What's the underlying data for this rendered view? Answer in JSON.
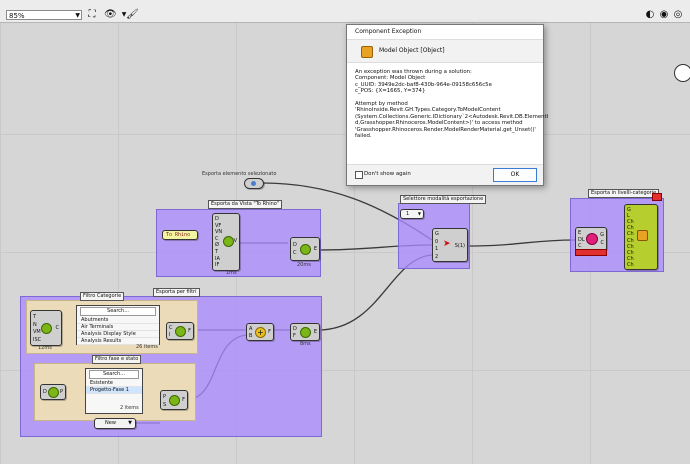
{
  "toolbar": {
    "zoom": "85%"
  },
  "groups": {
    "g1": "Esporta da Vista \"To Rhino\"",
    "g2": "Filtro Categorie",
    "g3": "Esporta per filtri",
    "g4": "Filtro fase e stato",
    "g5": "Selettore modalità esportazione",
    "g6": "Esporta in livelli-categorie"
  },
  "labels": {
    "selected": "Esporta elemento selezionato",
    "to_rhino": "To Rhino",
    "d1": "20ms",
    "d2": "1ms",
    "d3": "12ms",
    "d4": "8ms",
    "d5": "26 items",
    "d6": "2 items",
    "new": "New",
    "sel_value": "1",
    "sel_out": "S(1)"
  },
  "list1": {
    "search": "Search...",
    "items": [
      "Abutments",
      "Air Terminals",
      "Analysis Display Style",
      "Analysis Results"
    ]
  },
  "list2": {
    "search": "Search...",
    "items": [
      "Esistente",
      "Progetto-Fase 1"
    ]
  },
  "ports": {
    "view_in": [
      "D",
      "VF",
      "VN",
      "C",
      "Ø",
      "T",
      "IA",
      "IF"
    ],
    "view_out": "V",
    "pass1_in": [
      "D",
      "C"
    ],
    "pass1_out": "E",
    "cat_in": [
      "T",
      "N",
      "VM",
      "ISC"
    ],
    "cat_out": "C",
    "filt_in": [
      "C",
      "I"
    ],
    "filt_out": "F",
    "union_in": [
      "A",
      "B"
    ],
    "union_out": "F",
    "coll_in": [
      "D",
      "F"
    ],
    "coll_out": "E",
    "phase_in": "D",
    "phase_out": "P",
    "phfilt_in": [
      "P",
      "S"
    ],
    "phfilt_out": "F",
    "sel_in": [
      "G",
      "0",
      "1",
      "2"
    ],
    "exp_in": [
      "E",
      "DL",
      "C"
    ],
    "exp_out": [
      "G",
      "C"
    ],
    "out_list": [
      "G",
      "L",
      "Ch",
      "Ch",
      "Ch",
      "Ch",
      "Ch",
      "Ch",
      "Ch",
      "Ch"
    ]
  },
  "dialog": {
    "title": "Component Exception",
    "header": "Model Object [Object]",
    "message": "An exception was thrown during a solution:\nComponent: Model Object\nc_UUID: 3949e2dc-baf8-430b-964e-09158c656c5e\nc_POS: {X=1665, Y=374}\n\nAttempt by method\n'RhinoInside.Revit.GH.Types.Category.ToModelContent\n(System.Collections.Generic.IDictionary`2<Autodesk.Revit.DB.ElementI\nd,Grasshopper.Rhinoceros.ModelContent>)' to access method\n'Grasshopper.Rhinoceros.Render.ModelRenderMaterial.get_Unset()'\nfailed.",
    "dont_show": "Don't show again",
    "ok": "OK"
  }
}
